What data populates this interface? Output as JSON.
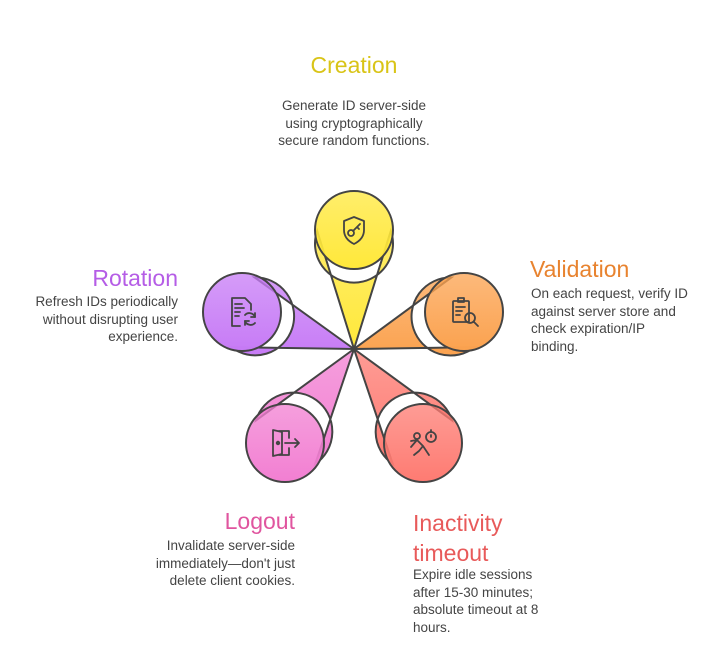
{
  "stages": [
    {
      "id": "creation",
      "title": "Creation",
      "description": "Generate ID server-side using cryptographically secure random functions.",
      "color": "#ffe83a",
      "title_color": "#d9c417",
      "icon": "shield-key-icon"
    },
    {
      "id": "validation",
      "title": "Validation",
      "description": "On each request, verify ID against server store and check expiration/IP binding.",
      "color": "#fba24f",
      "title_color": "#e8832f",
      "icon": "clipboard-search-icon"
    },
    {
      "id": "inactivity",
      "title": "Inactivity timeout",
      "description": "Expire idle sessions after 15-30 minutes; absolute timeout at 8 hours.",
      "color": "#fe7b72",
      "title_color": "#e85a5a",
      "icon": "running-stopwatch-icon"
    },
    {
      "id": "logout",
      "title": "Logout",
      "description": "Invalidate server-side immediately—don't just delete client cookies.",
      "color": "#f27fd2",
      "title_color": "#e0559f",
      "icon": "door-exit-icon"
    },
    {
      "id": "rotation",
      "title": "Rotation",
      "description": "Refresh IDs periodically without disrupting user experience.",
      "color": "#c77bf6",
      "title_color": "#b55de6",
      "icon": "document-refresh-icon"
    }
  ]
}
